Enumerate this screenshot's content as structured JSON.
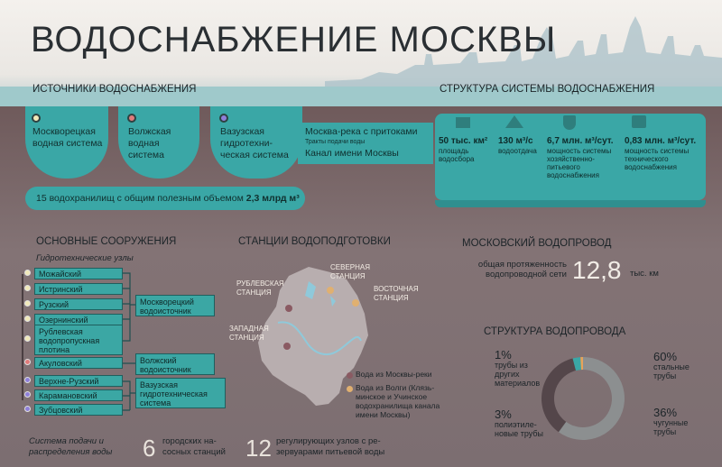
{
  "title": "ВОДОСНАБЖЕНИЕ МОСКВЫ",
  "sources": {
    "heading": "ИСТОЧНИКИ ВОДОСНАБЖЕНИЯ",
    "items": [
      {
        "name": "Москворецкая водная система",
        "dot": "#f1e9b9"
      },
      {
        "name": "Волжская водная система",
        "dot": "#e07b7b"
      },
      {
        "name": "Вазузская гидротехни-ческая система",
        "dot": "#8f7fd9"
      }
    ],
    "links": {
      "river": "Москва-река с притоками",
      "note": "Тракты подачи воды",
      "canal": "Канал имени Москвы"
    },
    "reservoirs_prefix": "15 водохранилищ с общим полезным объемом",
    "reservoirs_value": "2,3 млрд м³"
  },
  "structure": {
    "heading": "СТРУКТУРА СИСТЕМЫ ВОДОСНАБЖЕНИЯ",
    "stats": [
      {
        "value": "50 тыс. км²",
        "label": "площадь водосбора"
      },
      {
        "value": "130 м³/с",
        "label": "водоотдача"
      },
      {
        "value": "6,7 млн. м³/сут.",
        "label": "мощность системы хозяйственно-питьевого водоснабжения"
      },
      {
        "value": "0,83 млн. м³/сут.",
        "label": "мощность системы технического водоснабжения"
      }
    ]
  },
  "facilities": {
    "heading": "ОСНОВНЫЕ СООРУЖЕНИЯ",
    "sub": "Гидротехнические узлы",
    "nodes": [
      "Можайский",
      "Истринский",
      "Рузский",
      "Озернинский",
      "Рублевская водопропускная плотина",
      "Акуловский",
      "Верхне-Рузский",
      "Карамановский",
      "Зубцовский"
    ],
    "groups": [
      "Москворецкий водоисточник",
      "Волжский водоисточник",
      "Вазузская гидротехническая система"
    ],
    "delivery_label": "Система подачи и распределения воды",
    "pump_count": "6",
    "pump_label": "городских на-сосных станций",
    "regulator_count": "12",
    "regulator_label": "регулирующих узлов с ре-зервуарами питьевой воды"
  },
  "stations": {
    "heading": "СТАНЦИИ ВОДОПОДГОТОВКИ",
    "names": [
      "РУБЛЕВСКАЯ СТАНЦИЯ",
      "СЕВЕРНАЯ СТАНЦИЯ",
      "ВОСТОЧНАЯ СТАНЦИЯ",
      "ЗАПАДНАЯ СТАНЦИЯ"
    ],
    "legend": [
      {
        "label": "Вода из Москвы-реки",
        "color": "#8a5a62"
      },
      {
        "label": "Вода из Волги (Клязь-минское и Учинское водохранилища канала имени Москвы)",
        "color": "#e0b070"
      }
    ]
  },
  "pipeline": {
    "heading": "МОСКОВСКИЙ ВОДОПРОВОД",
    "length_label": "общая протяженность водопроводной сети",
    "length_value": "12,8",
    "length_unit": "тыс. км"
  },
  "chart_data": {
    "type": "pie",
    "title": "СТРУКТУРА ВОДОПРОВОДА",
    "slices": [
      {
        "value": 60,
        "value_label": "60%",
        "label": "стальные трубы",
        "color": "#8c8f90"
      },
      {
        "value": 36,
        "value_label": "36%",
        "label": "чугунные трубы",
        "color": "#54464a"
      },
      {
        "value": 3,
        "value_label": "3%",
        "label": "полиэтиле-новые трубы",
        "color": "#3aa7a6"
      },
      {
        "value": 1,
        "value_label": "1%",
        "label": "трубы из других материалов",
        "color": "#e6a35a"
      }
    ]
  }
}
